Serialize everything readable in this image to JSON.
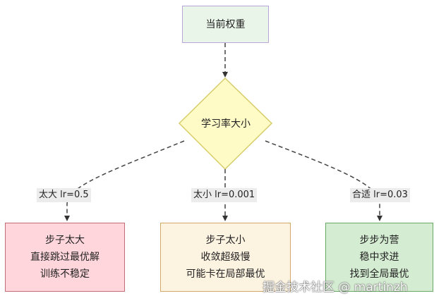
{
  "nodes": {
    "start": {
      "label": "当前权重"
    },
    "decision": {
      "label": "学习率大小"
    },
    "large": {
      "lines": [
        "步子太大",
        "直接跳过最优解",
        "训练不稳定"
      ]
    },
    "small": {
      "lines": [
        "步子太小",
        "收敛超级慢",
        "可能卡在局部最优"
      ]
    },
    "good": {
      "lines": [
        "步步为营",
        "稳中求进",
        "找到全局最优"
      ]
    }
  },
  "edges": {
    "large": "太大 lr=0.5",
    "small": "太小 lr=0.001",
    "good": "合适 lr=0.03"
  },
  "colors": {
    "start_fill": "#eaf5ea",
    "decision_fill": "#fffbc7",
    "large_fill": "#ffd6dc",
    "small_fill": "#fdf3e1",
    "good_fill": "#d4ecd1",
    "edge": "#444444"
  },
  "watermark": "掘金技术社区 @ martinzh"
}
